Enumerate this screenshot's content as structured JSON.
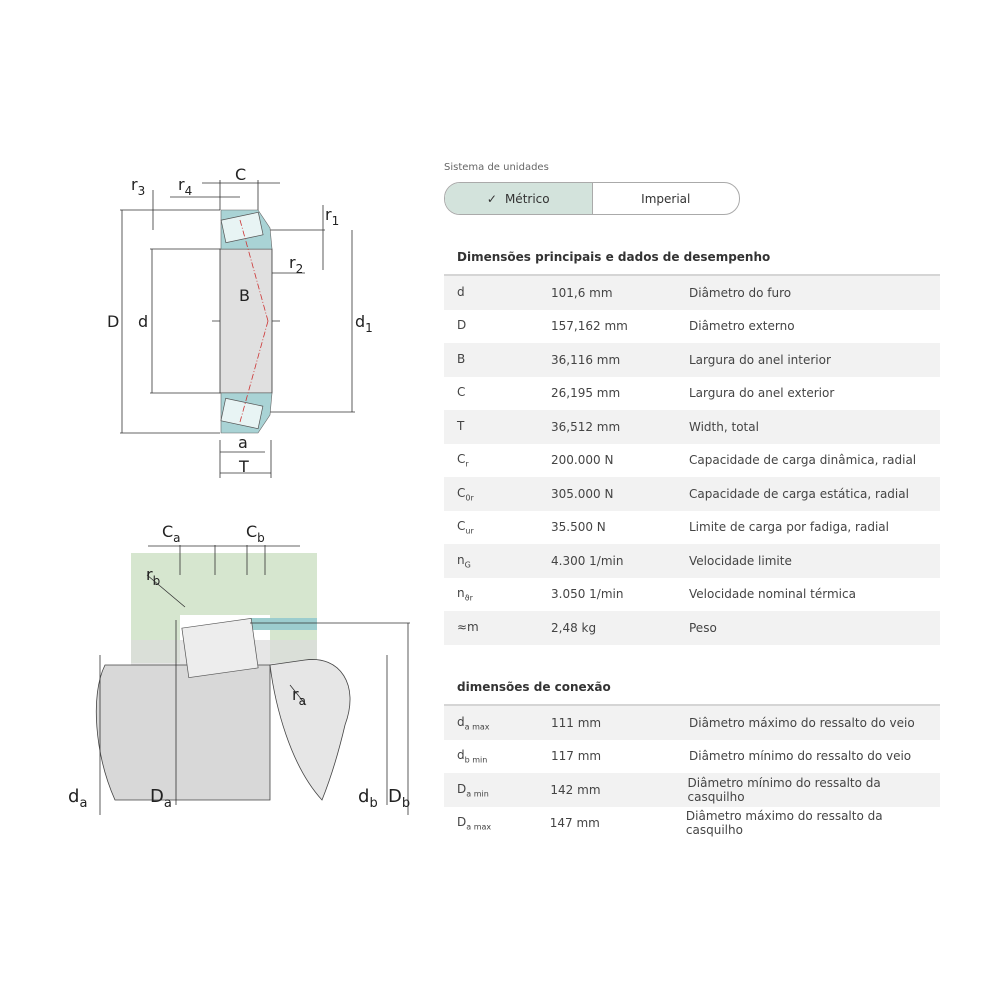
{
  "units": {
    "label": "Sistema de unidades",
    "metric": "Métrico",
    "imperial": "Imperial",
    "check_icon": "✓"
  },
  "main": {
    "title": "Dimensões principais e dados de desempenho",
    "rows": [
      {
        "sym": "d",
        "sub": "",
        "value": "101,6 mm",
        "desc": "Diâmetro do furo"
      },
      {
        "sym": "D",
        "sub": "",
        "value": "157,162 mm",
        "desc": "Diâmetro externo"
      },
      {
        "sym": "B",
        "sub": "",
        "value": "36,116 mm",
        "desc": "Largura do anel interior"
      },
      {
        "sym": "C",
        "sub": "",
        "value": "26,195 mm",
        "desc": "Largura do anel exterior"
      },
      {
        "sym": "T",
        "sub": "",
        "value": "36,512 mm",
        "desc": "Width, total"
      },
      {
        "sym": "C",
        "sub": "r",
        "value": "200.000 N",
        "desc": "Capacidade de carga dinâmica, radial"
      },
      {
        "sym": "C",
        "sub": "0r",
        "value": "305.000 N",
        "desc": "Capacidade de carga estática, radial"
      },
      {
        "sym": "C",
        "sub": "ur",
        "value": "35.500 N",
        "desc": "Limite de carga por fadiga, radial"
      },
      {
        "sym": "n",
        "sub": "G",
        "value": "4.300 1/min",
        "desc": "Velocidade limite"
      },
      {
        "sym": "n",
        "sub": "ϑr",
        "value": "3.050 1/min",
        "desc": "Velocidade nominal térmica"
      },
      {
        "sym": "≈m",
        "sub": "",
        "value": "2,48 kg",
        "desc": "Peso"
      }
    ]
  },
  "conn": {
    "title": "dimensões de conexão",
    "rows": [
      {
        "sym": "d",
        "sub": "a max",
        "value": "111 mm",
        "desc": "Diâmetro máximo do ressalto do veio"
      },
      {
        "sym": "d",
        "sub": "b min",
        "value": "117 mm",
        "desc": "Diâmetro mínimo do ressalto do veio"
      },
      {
        "sym": "D",
        "sub": "a min",
        "value": "142 mm",
        "desc": "Diâmetro mínimo do ressalto da casquilho"
      },
      {
        "sym": "D",
        "sub": "a max",
        "value": "147 mm",
        "desc": "Diâmetro máximo do ressalto da casquilho"
      }
    ]
  },
  "diagram1": {
    "r3": "r",
    "r3s": "3",
    "r4": "r",
    "r4s": "4",
    "C": "C",
    "r1": "r",
    "r1s": "1",
    "r2": "r",
    "r2s": "2",
    "B": "B",
    "D": "D",
    "d": "d",
    "d1": "d",
    "d1s": "1",
    "a": "a",
    "T": "T"
  },
  "diagram2": {
    "Ca": "C",
    "Cas": "a",
    "Cb": "C",
    "Cbs": "b",
    "rb": "r",
    "rbs": "b",
    "ra": "r",
    "ras": "a",
    "da": "d",
    "das": "a",
    "Da": "D",
    "Das": "a",
    "db": "d",
    "dbs": "b",
    "Db": "D",
    "Dbs": "b"
  }
}
